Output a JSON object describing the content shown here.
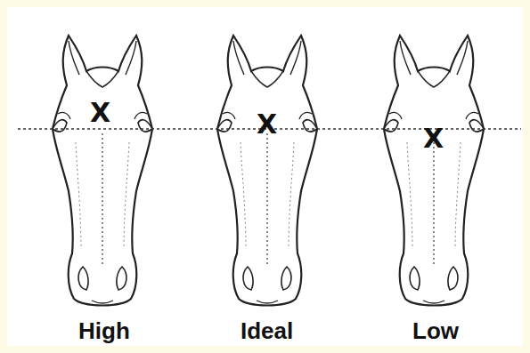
{
  "diagram": {
    "labels": [
      "X",
      "X",
      "X",
      "High",
      "Ideal",
      "Low"
    ]
  }
}
